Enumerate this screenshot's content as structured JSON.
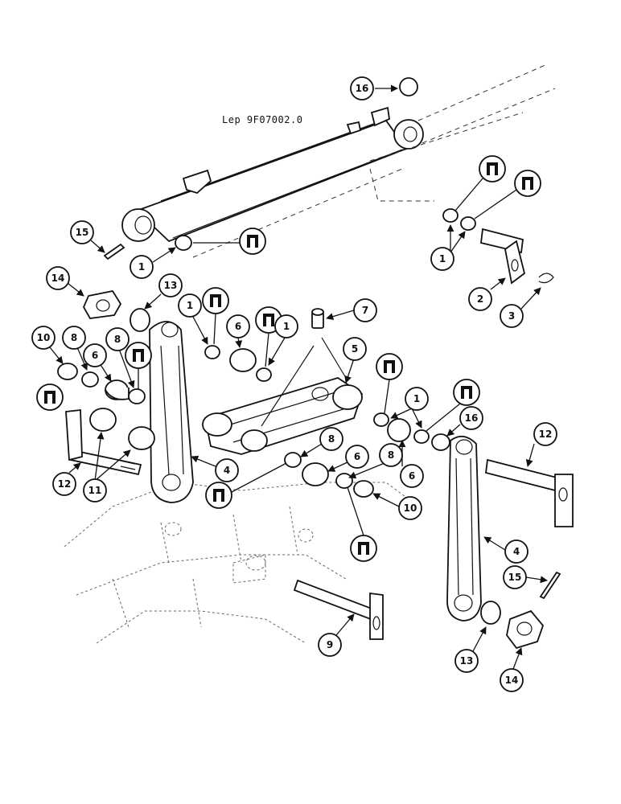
{
  "reference": "Lep 9F07002.0",
  "callouts": [
    "1",
    "2",
    "3",
    "4",
    "5",
    "6",
    "7",
    "8",
    "9",
    "10",
    "11",
    "12",
    "13",
    "14",
    "15",
    "16"
  ],
  "kit_symbol": "repair-kit-icon"
}
